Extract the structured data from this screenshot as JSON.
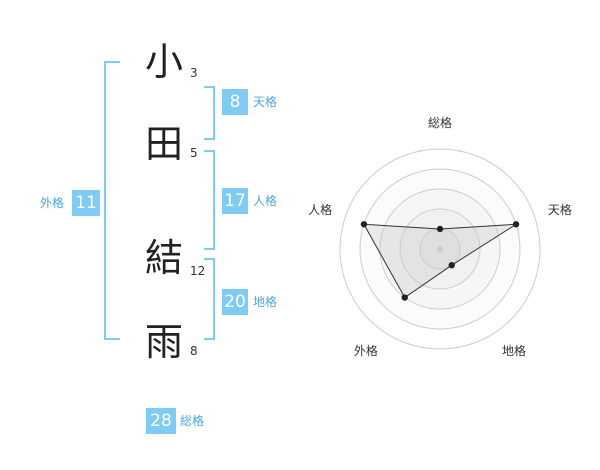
{
  "name": {
    "characters": [
      {
        "char": "小",
        "strokes": "3"
      },
      {
        "char": "田",
        "strokes": "5"
      },
      {
        "char": "結",
        "strokes": "12"
      },
      {
        "char": "雨",
        "strokes": "8"
      }
    ]
  },
  "kaku": {
    "tenkaku": {
      "value": "8",
      "label": "天格"
    },
    "jinkaku": {
      "value": "17",
      "label": "人格"
    },
    "chikaku": {
      "value": "20",
      "label": "地格"
    },
    "gaikaku": {
      "value": "11",
      "label": "外格"
    },
    "soukaku": {
      "value": "28",
      "label": "総格"
    }
  },
  "colors": {
    "accent": "#7fcbf4",
    "label": "#4aa8e0"
  },
  "chart_data": {
    "type": "radar",
    "axes": [
      "総格",
      "天格",
      "地格",
      "外格",
      "人格"
    ],
    "values": [
      1,
      4,
      1,
      3,
      4
    ],
    "rmax": 5,
    "grid_rings": 5
  }
}
